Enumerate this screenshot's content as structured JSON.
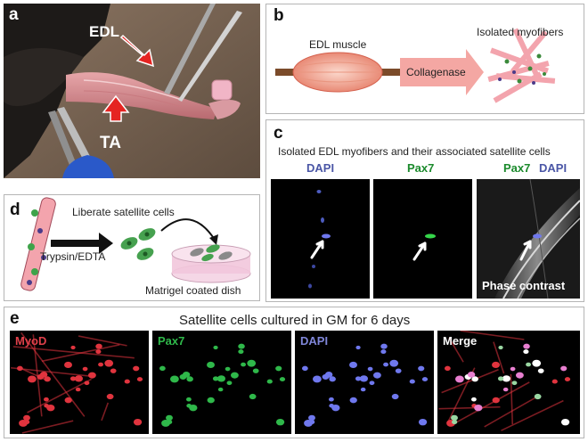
{
  "panel_a": {
    "letter": "a",
    "label_edl": "EDL",
    "label_ta": "TA"
  },
  "panel_b": {
    "letter": "b",
    "muscle_label": "EDL muscle",
    "arrow_label": "Collagenase",
    "result_label": "Isolated myofibers"
  },
  "panel_c": {
    "letter": "c",
    "title": "Isolated EDL myofibers and their associated satellite cells",
    "channels": [
      {
        "label": "DAPI",
        "color": "#4a56a6"
      },
      {
        "label": "Pax7",
        "color": "#1b8a2c"
      },
      {
        "label_pax7": "Pax7",
        "label_dapi": "DAPI"
      }
    ],
    "phase_label": "Phase contrast"
  },
  "panel_d": {
    "letter": "d",
    "step_label": "Liberate satellite cells",
    "arrow_label": "Trypsin/EDTA",
    "dish_label": "Matrigel coated dish"
  },
  "panel_e": {
    "letter": "e",
    "title": "Satellite cells cultured in GM for 6 days",
    "channels": [
      {
        "label": "MyoD",
        "color": "#e0404a"
      },
      {
        "label": "Pax7",
        "color": "#2fb84a"
      },
      {
        "label": "DAPI",
        "color": "#7f86d9"
      },
      {
        "label": "Merge",
        "color": "#ffffff"
      }
    ]
  },
  "colors": {
    "red_arrow": "#e52421",
    "pink_arrow": "#f4a7a3",
    "border": "#b5b5b5"
  }
}
